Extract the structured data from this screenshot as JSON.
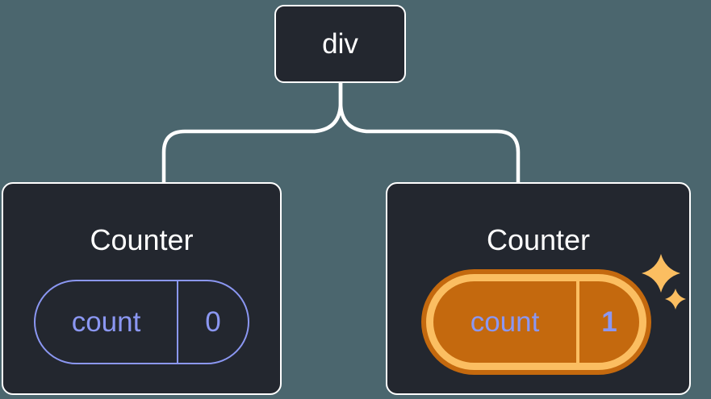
{
  "diagram": {
    "description": "Component tree: a div root element with two Counter children; the second Counter's count state changed to 1 and is highlighted.",
    "root": {
      "label": "div"
    },
    "children": [
      {
        "title": "Counter",
        "state_key": "count",
        "state_value": "0",
        "highlighted": false
      },
      {
        "title": "Counter",
        "state_key": "count",
        "state_value": "1",
        "highlighted": true
      }
    ]
  },
  "icons": {
    "sparkles": "two four-pointed sparkle stars marking the updated state"
  },
  "colors": {
    "background": "#4b666e",
    "node_fill": "#23272f",
    "node_border": "#ffffff",
    "connector_line": "#ffffff",
    "text_primary": "#ffffff",
    "state_purple": "#8b97f2",
    "highlight_orange_light": "#fbbe61",
    "highlight_orange_dark": "#c4690e"
  }
}
